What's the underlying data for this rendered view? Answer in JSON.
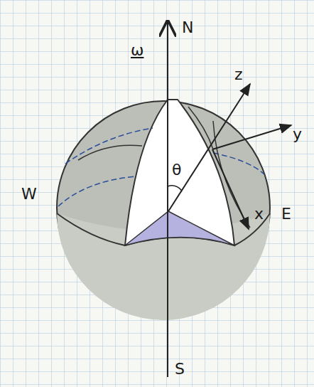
{
  "diagram": {
    "labels": [
      "ω",
      "N",
      "W",
      "E",
      "θ",
      "z",
      "y",
      "x",
      "S"
    ]
  }
}
